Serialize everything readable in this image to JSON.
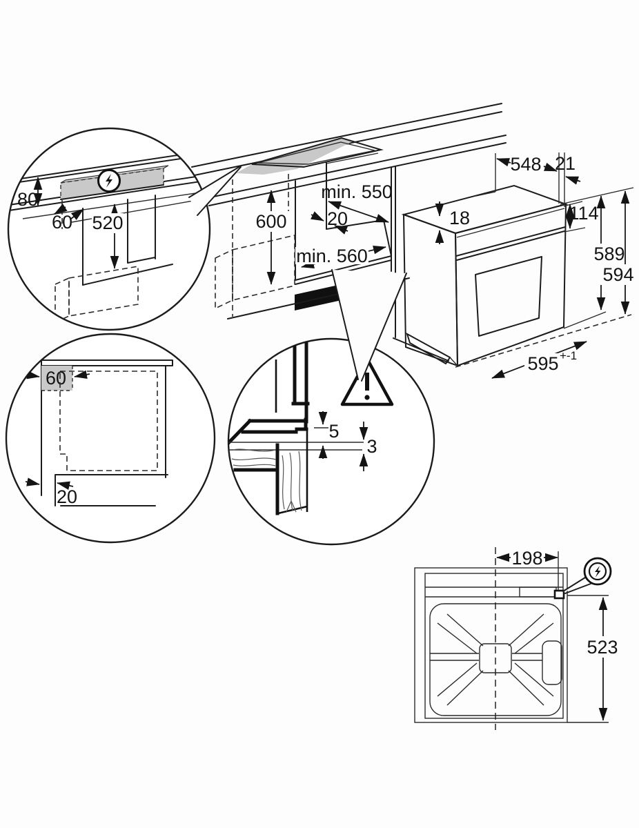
{
  "figure": {
    "kind": "built-in oven installation diagram",
    "ink_color": "#1b1b1b",
    "shade_color": "#c9c9c9",
    "background": "#fdfdfd"
  },
  "icons": {
    "electrical_top": "lightning-bolt-circle-icon",
    "electrical_rear": "lightning-bolt-circle-icon",
    "caution": "warning-triangle-exclamation-icon"
  },
  "labels": {
    "c1": {
      "h80": "80",
      "off60": "60",
      "h520": "520"
    },
    "niche": {
      "h600": "600",
      "d550": "min. 550",
      "g20": "20",
      "w560": "min. 560"
    },
    "oven": {
      "d548": "548",
      "g21": "21",
      "t18": "18",
      "p114": "114",
      "h589": "589",
      "h594": "594",
      "w595": "595",
      "tol": "+-1"
    },
    "side": {
      "s60": "60",
      "s20": "20"
    },
    "gap": {
      "g5": "5",
      "g3": "3"
    },
    "rear": {
      "o198": "198",
      "h523": "523"
    }
  }
}
